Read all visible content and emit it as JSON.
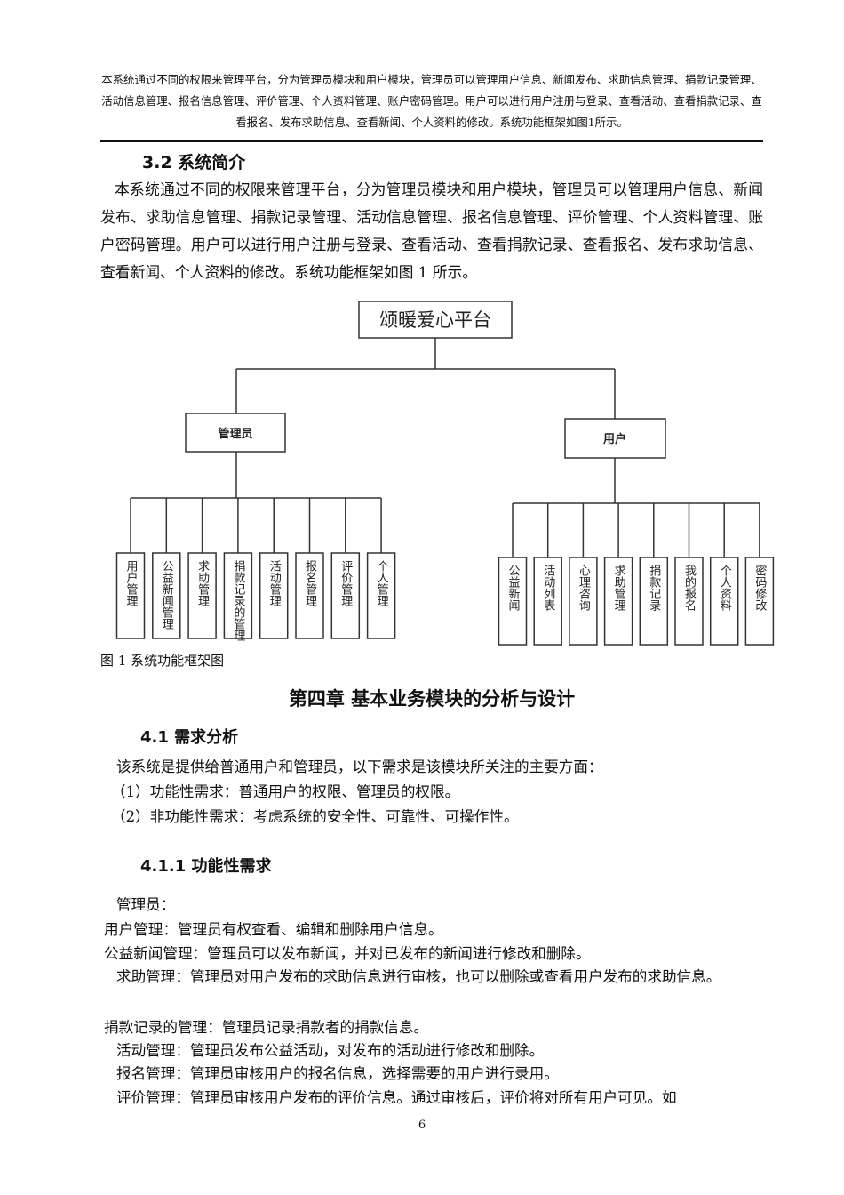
{
  "header": {
    "text": "本系统通过不同的权限来管理平台，分为管理员模块和用户模块，管理员可以管理用户信息、新闻发布、求助信息管理、捐款记录管理、活动信息管理、报名信息管理、评价管理、个人资料管理、账户密码管理。用户可以进行用户注册与登录、查看活动、查看捐款记录、查看报名、发布求助信息、查看新闻、个人资料的修改。系统功能框架如图1所示。"
  },
  "section32": {
    "title": "3.2 系统简介",
    "body": "本系统通过不同的权限来管理平台，分为管理员模块和用户模块，管理员可以管理用户信息、新闻发布、求助信息管理、捐款记录管理、活动信息管理、报名信息管理、评价管理、个人资料管理、账户密码管理。用户可以进行用户注册与登录、查看活动、查看捐款记录、查看报名、发布求助信息、查看新闻、个人资料的修改。系统功能框架如图 1 所示。"
  },
  "diagram": {
    "root": "颂暖爱心平台",
    "admin": {
      "label": "管理员",
      "children": [
        "用户管理",
        "公益新闻管理",
        "求助管理",
        "捐款记录的管理",
        "活动管理",
        "报名管理",
        "评价管理",
        "个人管理"
      ]
    },
    "user": {
      "label": "用户",
      "children": [
        "公益新闻",
        "活动列表",
        "心理咨询",
        "求助管理",
        "捐款记录",
        "我的报名",
        "个人资料",
        "密码修改"
      ]
    },
    "caption": "图 1  系统功能框架图"
  },
  "chapter4": {
    "title": "第四章  基本业务模块的分析与设计"
  },
  "section41": {
    "title": "4.1 需求分析",
    "lines": [
      "该系统是提供给普通用户和管理员，以下需求是该模块所关注的主要方面：",
      "（1）功能性需求：普通用户的权限、管理员的权限。",
      "（2）非功能性需求：考虑系统的安全性、可靠性、可操作性。"
    ]
  },
  "section411": {
    "title": "4.1.1 功能性需求",
    "lines": [
      "管理员：",
      "用户管理：管理员有权查看、编辑和删除用户信息。",
      "公益新闻管理：管理员可以发布新闻，并对已发布的新闻进行修改和删除。",
      "求助管理：管理员对用户发布的求助信息进行审核，也可以删除或查看用户发布的求助信息。",
      "捐款记录的管理：管理员记录捐款者的捐款信息。",
      "活动管理：管理员发布公益活动，对发布的活动进行修改和删除。",
      "报名管理：管理员审核用户的报名信息，选择需要的用户进行录用。",
      "评价管理：管理员审核用户发布的评价信息。通过审核后，评价将对所有用户可见。如"
    ]
  },
  "footer": {
    "page_number": "6"
  }
}
